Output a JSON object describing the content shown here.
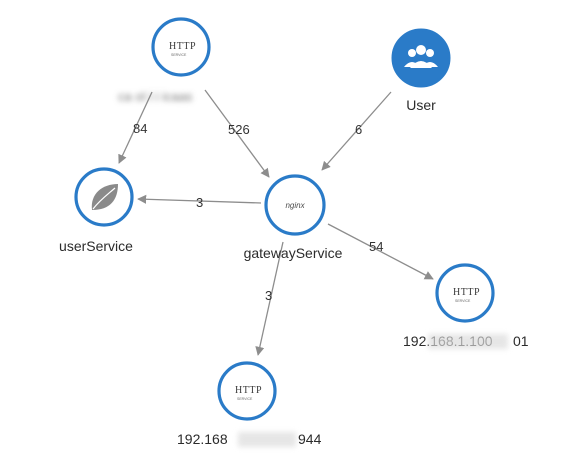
{
  "colors": {
    "node_ring": "#2a7bc8",
    "user_fill": "#2a7bc8",
    "edge": "#8d8d8d",
    "label": "#2b2b2b"
  },
  "nodes": {
    "top_http": {
      "icon": "http-service-icon",
      "label_redacted": true
    },
    "user": {
      "label": "User",
      "icon": "users-group-icon"
    },
    "user_service": {
      "label": "userService",
      "icon": "leaf-icon"
    },
    "gateway": {
      "label": "gatewayService",
      "icon": "nginx-logo-icon"
    },
    "right_http": {
      "label_visible": "192.168.1.100",
      "label_tail": "01",
      "icon": "http-service-icon"
    },
    "bottom_http": {
      "label_visible": "192.168",
      "label_tail": "944",
      "icon": "http-service-icon"
    }
  },
  "http_icon": {
    "main": "HTTP",
    "sub": "SERVICE"
  },
  "gateway_logo_text": "nginx",
  "edges": [
    {
      "id": "top_to_userservice",
      "label": "84"
    },
    {
      "id": "top_to_gateway",
      "label": "526"
    },
    {
      "id": "user_to_gateway",
      "label": "6"
    },
    {
      "id": "gateway_to_userservice",
      "label": "3"
    },
    {
      "id": "gateway_to_right",
      "label": "54"
    },
    {
      "id": "gateway_to_bottom",
      "label": "3"
    }
  ]
}
